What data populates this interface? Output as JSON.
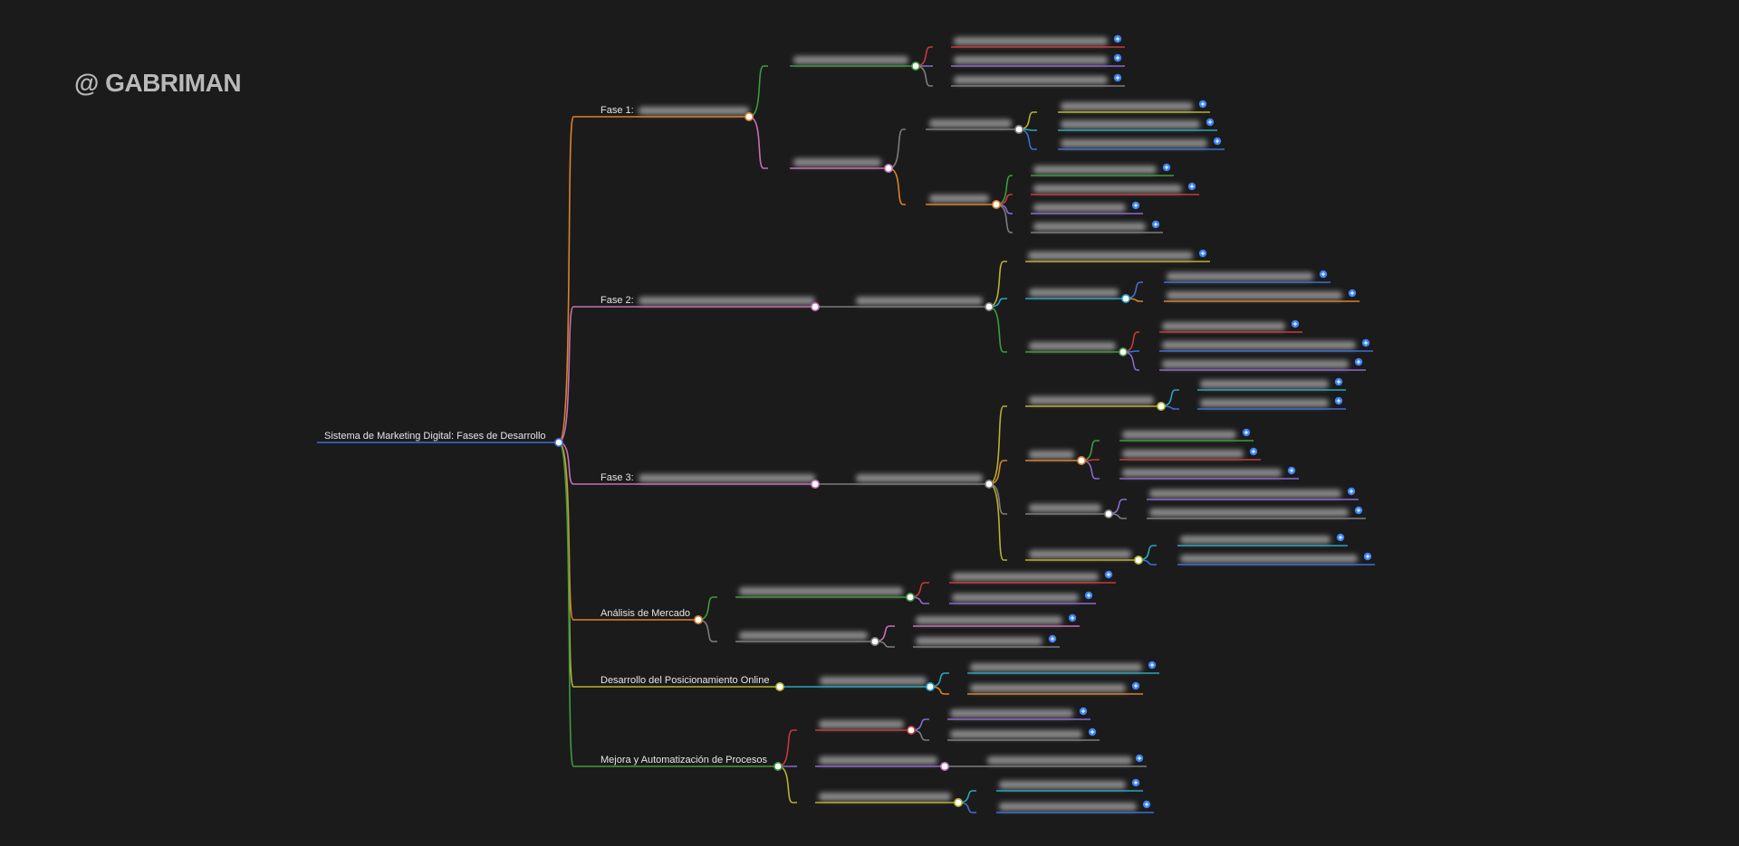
{
  "watermark": "@ GABRIMAN",
  "root": {
    "label": "Sistema de Marketing Digital: Fases de Desarrollo"
  },
  "branches": [
    {
      "key": "fase1",
      "label": "Fase 1:",
      "color": "#d9822b"
    },
    {
      "key": "fase2",
      "label": "Fase 2:",
      "color": "#c86fb6"
    },
    {
      "key": "fase3",
      "label": "Fase 3:",
      "color": "#c86fb6"
    },
    {
      "key": "analisis",
      "label": "Análisis de Mercado",
      "color": "#d9822b"
    },
    {
      "key": "posicionamiento",
      "label": "Desarrollo del Posicionamiento Online",
      "color": "#b8b22e"
    },
    {
      "key": "automatizacion",
      "label": "Mejora y Automatización de Procesos",
      "color": "#3f9a3f"
    }
  ],
  "colors": {
    "background": "#1b1b1b",
    "blurred_text": "#8a8a8a",
    "expand_dot": "#3b82f6",
    "node_dot": "#ffffff"
  },
  "icons": {
    "expand": "plus-circle-icon",
    "node": "node-dot-icon"
  }
}
